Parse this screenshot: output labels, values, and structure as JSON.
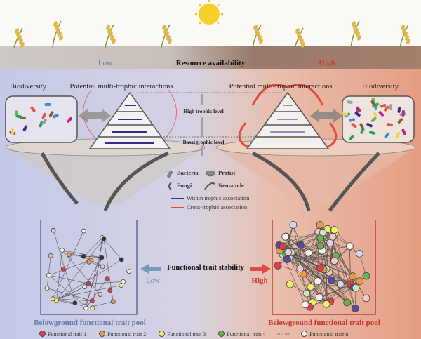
{
  "header": {
    "resource_label": "Resource availability",
    "low": "Low",
    "high": "High"
  },
  "left": {
    "biodiversity": "Biodiversity",
    "interactions": "Potential multi-trophic interactions",
    "pool": "Belowground functional trait pool",
    "stability_level": "Low"
  },
  "right": {
    "biodiversity": "Biodiversity",
    "interactions": "Potential multi-trophic interactions",
    "pool": "Belowground functional trait pool",
    "stability_level": "High"
  },
  "center": {
    "high_trophic": "High trophic level",
    "basal_trophic": "Basal trophic level",
    "stability": "Functional trait stability"
  },
  "legend_organisms": [
    "Bacteria",
    "Protist",
    "Fungi",
    "Nematode"
  ],
  "legend_arrows": {
    "within": "Within trophic association",
    "cross": "Cross-trophic association"
  },
  "traits": [
    {
      "label": "Functional trait 1",
      "color": "#d9414a"
    },
    {
      "label": "Functional trait 2",
      "color": "#e89a4a"
    },
    {
      "label": "Functional trait 3",
      "color": "#f2ee6a"
    },
    {
      "label": "Functional trait 4",
      "color": "#6ab04c"
    },
    {
      "label": "Functional trait n",
      "color": "#f4f0ea"
    }
  ],
  "ellipsis": "·······",
  "colors": {
    "low": "#5a6aa0",
    "high": "#d63a2f",
    "within": "#3b2a8a",
    "cross": "#e24a3a"
  }
}
